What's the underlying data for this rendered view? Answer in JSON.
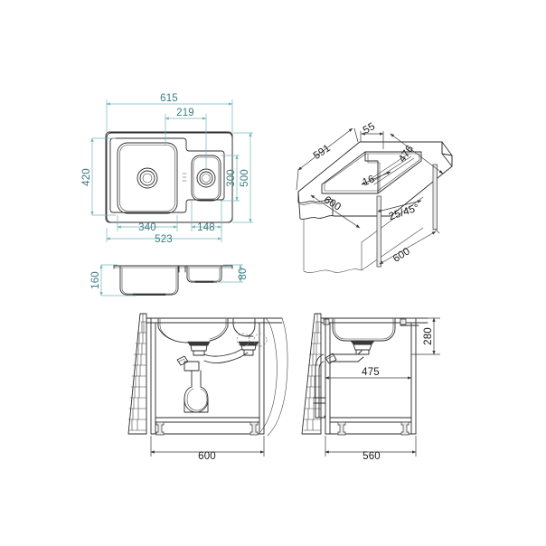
{
  "document": {
    "type": "technical-dimension-drawing",
    "subject": "Kitchen sink 1.5 bowl — installation dimensions",
    "units": "mm",
    "background_color": "#ffffff",
    "dimension_color_plan": "#74b7bb",
    "dimension_color_section": "#3a3a3a",
    "outline_color": "#2b2b2b"
  },
  "views": {
    "plan": {
      "name": "plan-view",
      "dimensions": {
        "overall_width": "615",
        "inner_offset_top": "219",
        "overall_height": "500",
        "bowl_height": "420",
        "small_bowl_height": "300",
        "bowls_total_width": "523",
        "main_bowl_width": "340",
        "small_bowl_width": "148"
      }
    },
    "isometric": {
      "name": "isometric-cutout-view",
      "dimensions": {
        "cutout_depth": "591",
        "ledge": "55",
        "cutout_width": "476",
        "radius": "16",
        "cabinet_depth": "600",
        "edge_detail": "25/45°",
        "cabinet_width": "600"
      }
    },
    "profile": {
      "name": "front-profile-view",
      "dimensions": {
        "main_bowl_depth": "160",
        "small_bowl_depth": "80"
      }
    },
    "section_left": {
      "name": "cabinet-section-front",
      "dimensions": {
        "cabinet_width": "600"
      }
    },
    "section_right": {
      "name": "cabinet-section-side",
      "dimensions": {
        "waste_height": "280",
        "waste_offset": "475",
        "cabinet_depth": "560"
      }
    }
  },
  "labels": {
    "d615": "615",
    "d219": "219",
    "d500": "500",
    "d420": "420",
    "d300": "300",
    "d523": "523",
    "d340": "340",
    "d148": "148",
    "d591": "591",
    "d55": "55",
    "d476": "476",
    "d16": "16",
    "d600a": "600",
    "d2545": "25/45°",
    "d600b": "600",
    "d160": "160",
    "d80": "80",
    "d600c": "600",
    "d280": "280",
    "d475": "475",
    "d560": "560"
  }
}
